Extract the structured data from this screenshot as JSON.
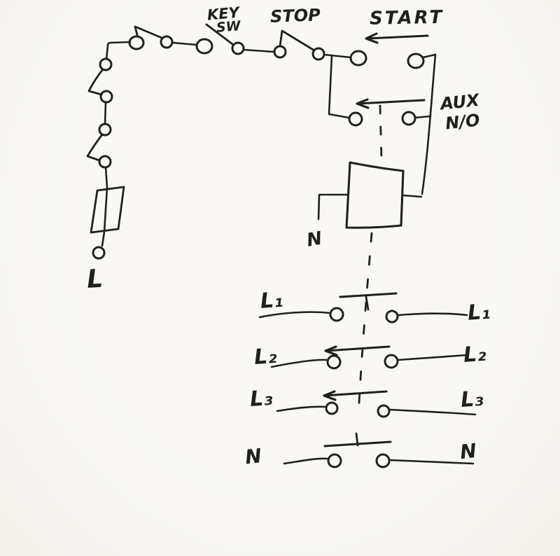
{
  "diagram_type": "hand-drawn contactor wiring diagram",
  "control_labels": {
    "key_switch": {
      "line1": "KEY",
      "line2": "SW"
    },
    "stop": "STOP",
    "start": "START",
    "aux": {
      "line1": "AUX",
      "line2": "N/O"
    },
    "supply_live": "L",
    "coil_neutral": "N"
  },
  "main_contacts": {
    "rows": [
      {
        "left": "L₁",
        "right": "L₁"
      },
      {
        "left": "L₂",
        "right": "L₂"
      },
      {
        "left": "L₃",
        "right": "L₃"
      },
      {
        "left": "N",
        "right": "N"
      }
    ]
  },
  "colors": {
    "ink": "#21201e",
    "paper": "#f7f6f2"
  }
}
